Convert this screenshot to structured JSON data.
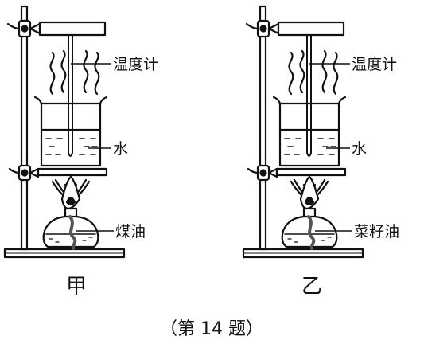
{
  "colors": {
    "ink": "#111111",
    "background": "#ffffff",
    "wick": "#555555"
  },
  "setups": [
    {
      "name": "甲",
      "labels": {
        "thermometer": "温度计",
        "water": "水",
        "fuel": "煤油"
      }
    },
    {
      "name": "乙",
      "labels": {
        "thermometer": "温度计",
        "water": "水",
        "fuel": "菜籽油"
      }
    }
  ],
  "caption": "（第 14 题）"
}
